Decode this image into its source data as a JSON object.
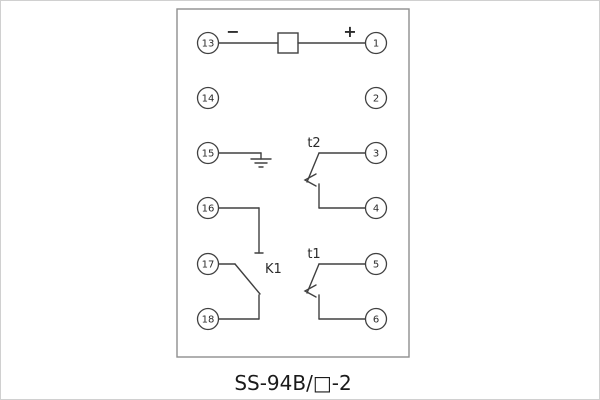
{
  "caption": "SS-94B/□-2",
  "diagram": {
    "polarity": {
      "negative": "−",
      "positive": "+"
    },
    "labels": {
      "t2": "t2",
      "t1": "t1",
      "k1": "K1"
    },
    "terminals": {
      "left": [
        "13",
        "14",
        "15",
        "16",
        "17",
        "18"
      ],
      "right": [
        "1",
        "2",
        "3",
        "4",
        "5",
        "6"
      ]
    },
    "colors": {
      "line": "#404040",
      "frame": "#8f8f8f",
      "background": "#ffffff",
      "border": "#d0d0d0"
    }
  }
}
